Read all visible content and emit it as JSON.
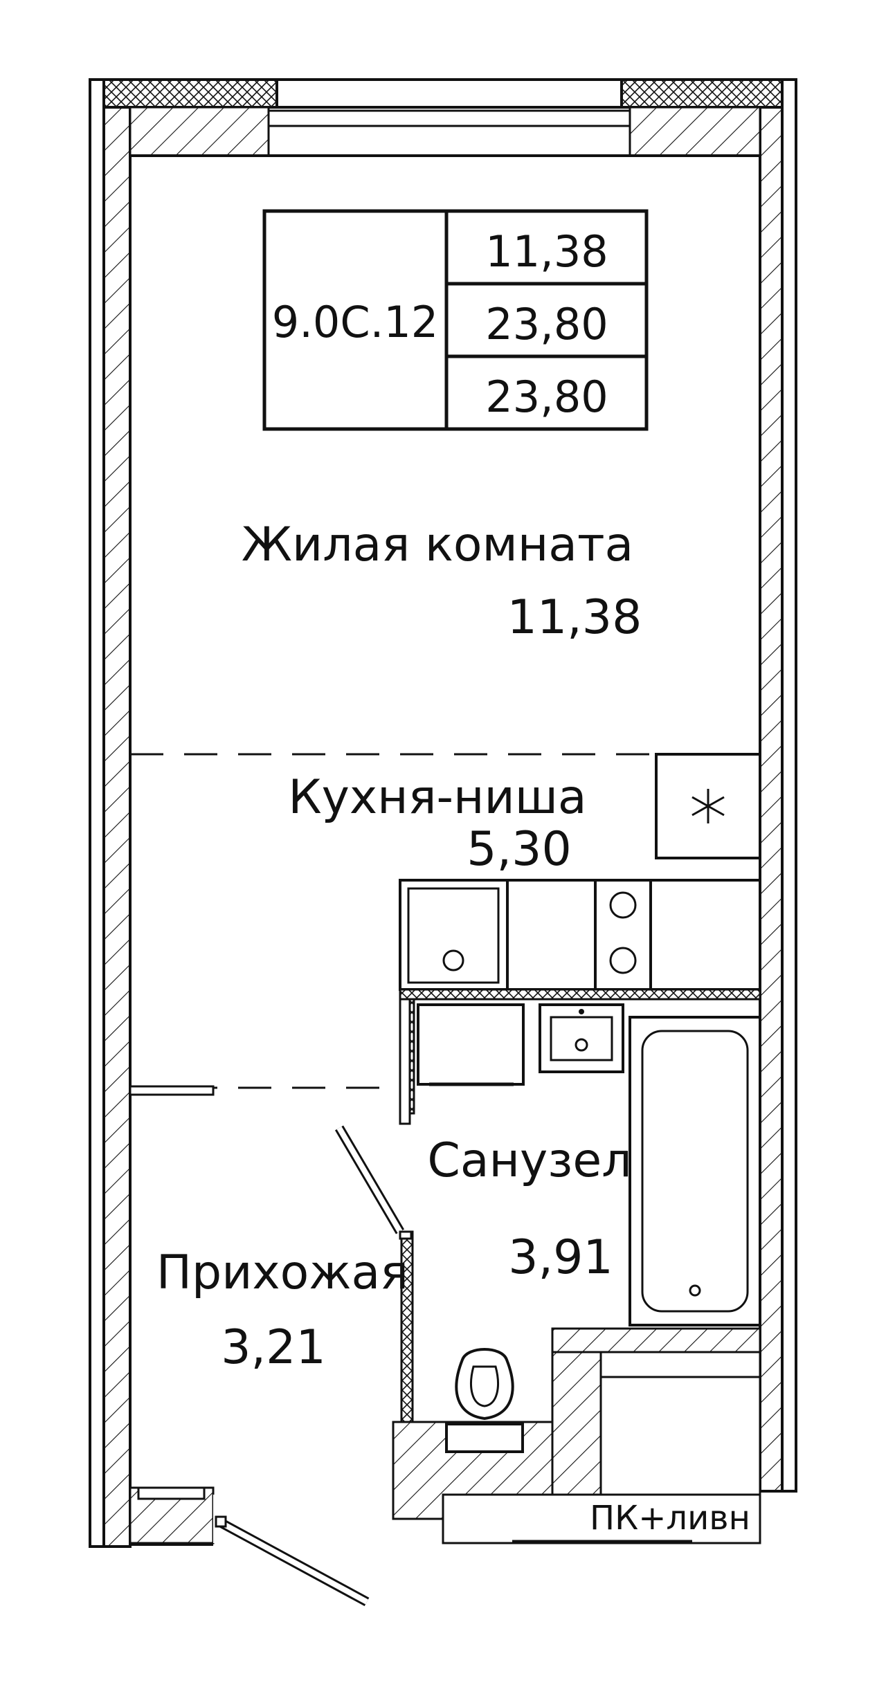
{
  "info_box": {
    "code": "9.0С.12",
    "living_area": "11,38",
    "total_area": "23,80",
    "total_area_with_balcony": "23,80"
  },
  "rooms": {
    "living_room": {
      "name": "Жилая комната",
      "area": "11,38"
    },
    "kitchen_niche": {
      "name": "Кухня-ниша",
      "area": "5,30"
    },
    "bathroom": {
      "name": "Санузел",
      "area": "3,91"
    },
    "hallway": {
      "name": "Прихожая",
      "area": "3,21"
    }
  },
  "utility_label": "ПК+ливн",
  "colors": {
    "line": "#111111",
    "background": "#ffffff"
  }
}
